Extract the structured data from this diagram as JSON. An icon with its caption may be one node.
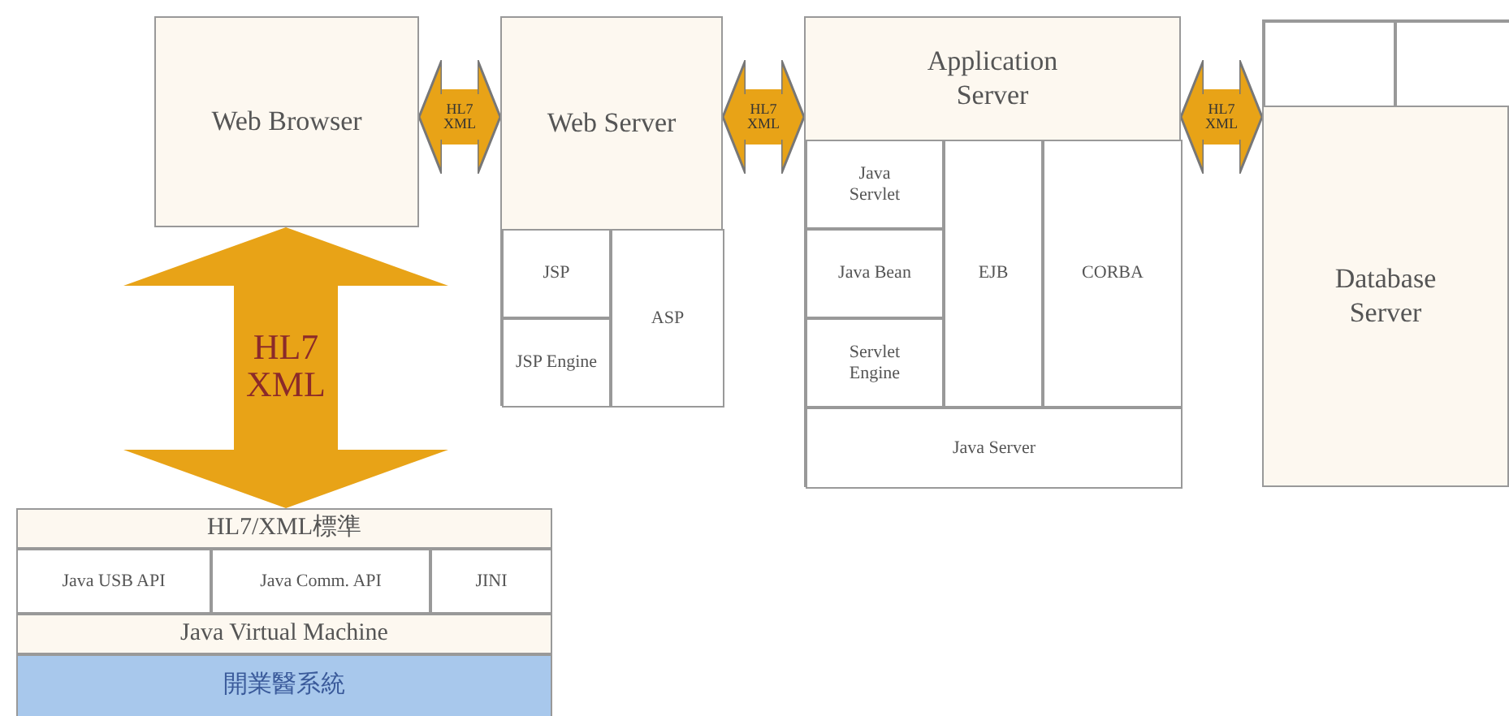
{
  "diagram": {
    "nodes": [
      {
        "text": [
          "Web Browser"
        ]
      },
      {
        "text": [
          "Web Server"
        ]
      },
      {
        "text": [
          "JSP"
        ],
        "in": 1
      },
      {
        "text": [
          "JSP Engine"
        ],
        "in": 1
      },
      {
        "text": [
          "ASP"
        ],
        "in": 1
      },
      {
        "text": [
          "Application Server"
        ]
      },
      {
        "text": [
          "Java Servlet"
        ],
        "in": 5
      },
      {
        "text": [
          "Java Bean"
        ],
        "in": 5
      },
      {
        "text": [
          "Servlet Engine"
        ],
        "in": 5
      },
      {
        "text": [
          "EJB"
        ],
        "in": 5
      },
      {
        "text": [
          "CORBA"
        ],
        "in": 5
      },
      {
        "text": [
          "Java Server"
        ],
        "in": 5
      },
      {
        "text": [
          "Database Server"
        ]
      },
      {
        "text": [],
        "shape": "box",
        "in": 12
      },
      {
        "text": [],
        "shape": "box",
        "in": 12
      },
      {
        "text": [
          "HL7/XML標準"
        ]
      },
      {
        "text": [
          "Java USB API"
        ]
      },
      {
        "text": [
          "Java Comm. API"
        ]
      },
      {
        "text": [
          "JINI"
        ]
      },
      {
        "text": [
          "Java Virtual Machine"
        ]
      },
      {
        "text": [
          "開業醫系統"
        ]
      }
    ],
    "edges": [
      {
        "from": 0,
        "to": 1,
        "arrow": "both",
        "label": "HL7 XML"
      },
      {
        "from": 1,
        "to": 5,
        "arrow": "both",
        "label": "HL7 XML"
      },
      {
        "from": 5,
        "to": 12,
        "arrow": "both",
        "label": "HL7 XML"
      },
      {
        "from": 0,
        "to": 15,
        "arrow": "both",
        "label": "HL7 XML"
      }
    ]
  }
}
